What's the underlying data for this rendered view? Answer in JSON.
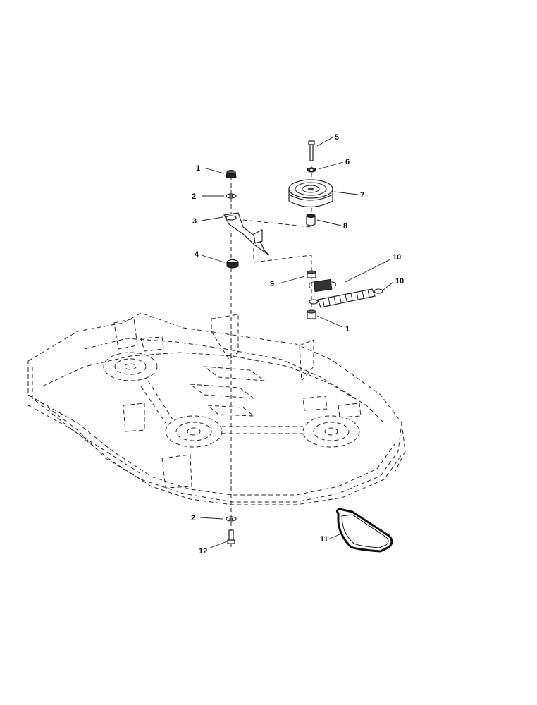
{
  "diagram": {
    "callouts": [
      {
        "id": "c1a",
        "label": "1"
      },
      {
        "id": "c2a",
        "label": "2"
      },
      {
        "id": "c3",
        "label": "3"
      },
      {
        "id": "c4",
        "label": "4"
      },
      {
        "id": "c5",
        "label": "5"
      },
      {
        "id": "c6",
        "label": "6"
      },
      {
        "id": "c7",
        "label": "7"
      },
      {
        "id": "c8",
        "label": "8"
      },
      {
        "id": "c9",
        "label": "9"
      },
      {
        "id": "c10a",
        "label": "10"
      },
      {
        "id": "c10b",
        "label": "10"
      },
      {
        "id": "c1b",
        "label": "1"
      },
      {
        "id": "c2b",
        "label": "2"
      },
      {
        "id": "c11",
        "label": "11"
      },
      {
        "id": "c12",
        "label": "12"
      }
    ]
  }
}
